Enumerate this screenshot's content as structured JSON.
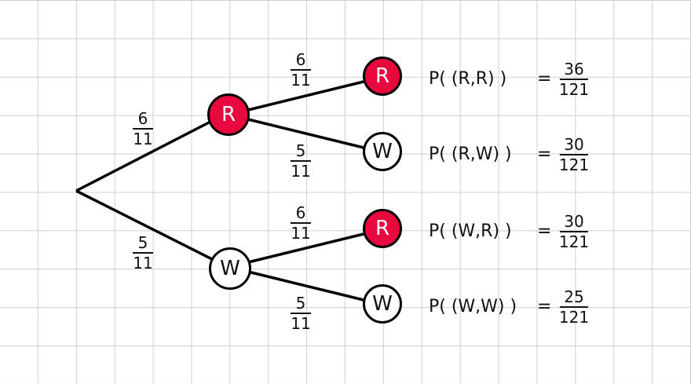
{
  "nodes": {
    "first_r": "R",
    "first_w": "W",
    "rr": "R",
    "rw": "W",
    "wr": "R",
    "ww": "W"
  },
  "branch_probs": {
    "first_r": {
      "num": "6",
      "den": "11"
    },
    "first_w": {
      "num": "5",
      "den": "11"
    },
    "rr": {
      "num": "6",
      "den": "11"
    },
    "rw": {
      "num": "5",
      "den": "11"
    },
    "wr": {
      "num": "6",
      "den": "11"
    },
    "ww": {
      "num": "5",
      "den": "11"
    }
  },
  "outcomes": [
    {
      "label": "P( (R,R) )",
      "eq": "=",
      "num": "36",
      "den": "121"
    },
    {
      "label": "P( (R,W) )",
      "eq": "=",
      "num": "30",
      "den": "121"
    },
    {
      "label": "P( (W,R) )",
      "eq": "=",
      "num": "30",
      "den": "121"
    },
    {
      "label": "P( (W,W) )",
      "eq": "=",
      "num": "25",
      "den": "121"
    }
  ],
  "colors": {
    "red_node": "#e8083e",
    "grid": "#cfcfcf",
    "line": "#000000"
  }
}
